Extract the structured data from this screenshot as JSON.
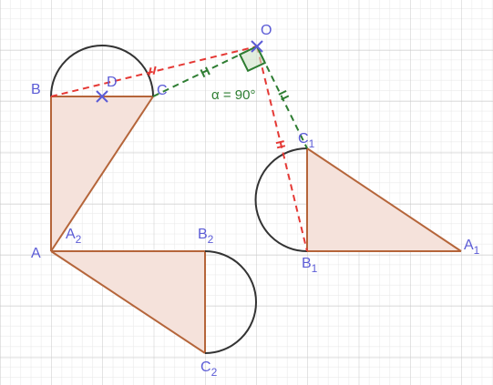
{
  "labels": {
    "O": "O",
    "B": "B",
    "D": "D",
    "C": "C",
    "A": "A",
    "A2": "A",
    "A2_sub": "2",
    "B2": "B",
    "B2_sub": "2",
    "C2": "C",
    "C2_sub": "2",
    "C1": "C",
    "C1_sub": "1",
    "B1": "B",
    "B1_sub": "1",
    "A1": "A",
    "A1_sub": "1",
    "angle": "α = 90°"
  },
  "colors": {
    "grid_minor": "#e6e6e6",
    "grid_major": "#c8c8c8",
    "triangle_stroke": "#b5653a",
    "triangle_fill": "#f5e2db",
    "arc_stroke": "#333333",
    "red_dash": "#e53935",
    "green_dash": "#2e7d32",
    "point": "#5b5bd6"
  }
}
